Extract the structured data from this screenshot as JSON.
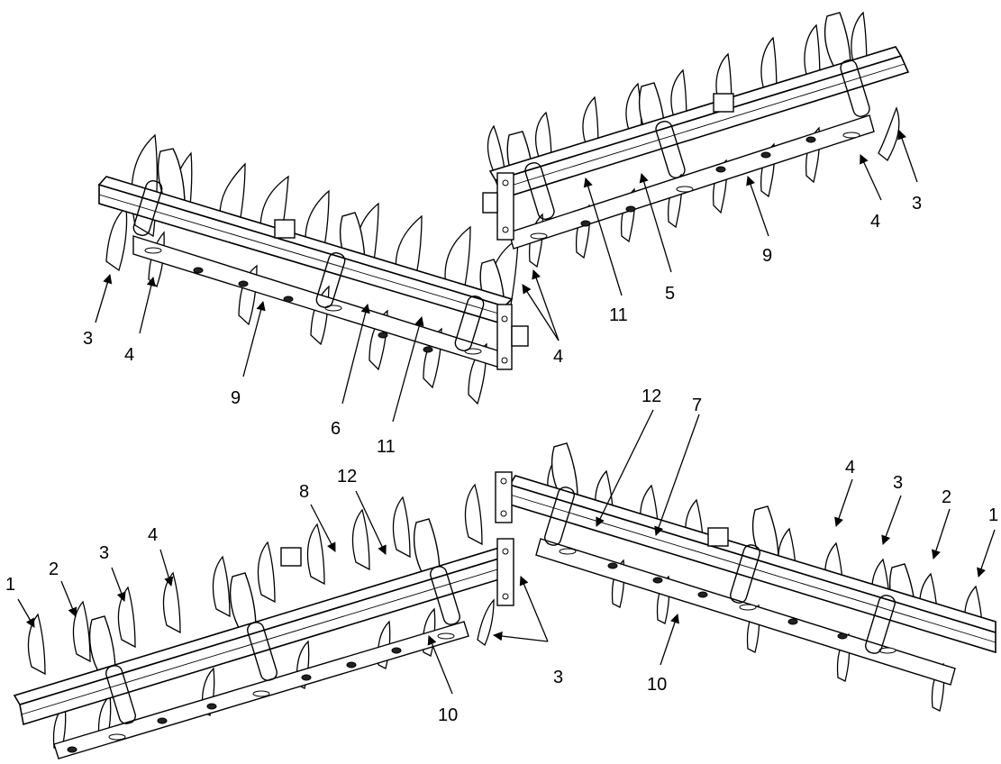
{
  "diagram": {
    "assemblies": [
      {
        "id": "upper-left",
        "callouts": [
          {
            "text": "3",
            "target": "blade"
          },
          {
            "text": "4",
            "target": "blade"
          },
          {
            "text": "9",
            "target": "bracket-bar"
          },
          {
            "text": "6",
            "target": "tube"
          },
          {
            "text": "11",
            "target": "tube"
          },
          {
            "text": "4",
            "target": "blade"
          }
        ]
      },
      {
        "id": "upper-right",
        "callouts": [
          {
            "text": "11",
            "target": "tube"
          },
          {
            "text": "5",
            "target": "tube"
          },
          {
            "text": "9",
            "target": "bracket-bar"
          },
          {
            "text": "4",
            "target": "blade"
          },
          {
            "text": "3",
            "target": "blade"
          }
        ]
      },
      {
        "id": "lower-left",
        "callouts": [
          {
            "text": "1",
            "target": "blade"
          },
          {
            "text": "2",
            "target": "blade"
          },
          {
            "text": "3",
            "target": "blade"
          },
          {
            "text": "4",
            "target": "blade"
          },
          {
            "text": "8",
            "target": "tube"
          },
          {
            "text": "12",
            "target": "tube"
          },
          {
            "text": "10",
            "target": "bracket-bar"
          },
          {
            "text": "3",
            "target": "blade"
          }
        ]
      },
      {
        "id": "lower-right",
        "callouts": [
          {
            "text": "12",
            "target": "tube"
          },
          {
            "text": "7",
            "target": "tube"
          },
          {
            "text": "4",
            "target": "blade"
          },
          {
            "text": "3",
            "target": "blade"
          },
          {
            "text": "2",
            "target": "blade"
          },
          {
            "text": "1",
            "target": "blade"
          },
          {
            "text": "10",
            "target": "bracket-bar"
          }
        ]
      }
    ]
  }
}
